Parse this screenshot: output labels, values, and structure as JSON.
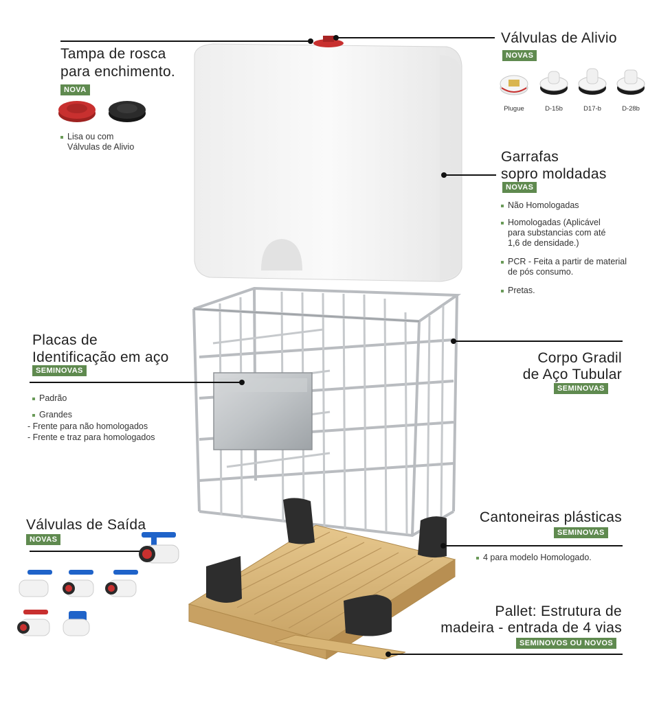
{
  "tampa": {
    "title1": "Tampa de rosca",
    "title2": "para enchimento.",
    "badge": "NOVA",
    "bullet1": "Lisa ou com",
    "bullet1b": "Válvulas de Alivio"
  },
  "valvulas_alivio": {
    "title": "Válvulas de Alivio",
    "badge": "NOVAS",
    "items": [
      "Plugue",
      "D-15b",
      "D17-b",
      "D-28b"
    ]
  },
  "garrafas": {
    "title1": "Garrafas",
    "title2": "sopro moldadas",
    "badge": "NOVAS",
    "b1": "Não Homologadas",
    "b2a": "Homologadas (Aplicável",
    "b2b": "para substancias com até",
    "b2c": "1,6 de densidade.)",
    "b3a": "PCR - Feita a partir de material",
    "b3b": "de pós consumo.",
    "b4": "Pretas."
  },
  "placas": {
    "title1": "Placas de",
    "title2": "Identificação em aço",
    "badge": "SEMINOVAS",
    "b1": "Padrão",
    "b2": "Grandes",
    "s1": "- Frente para não homologados",
    "s2": "- Frente e traz para homologados"
  },
  "corpo": {
    "title1": "Corpo Gradil",
    "title2": "de Aço Tubular",
    "badge": "SEMINOVAS"
  },
  "valvulas_saida": {
    "title": "Válvulas de Saída",
    "badge": "NOVAS"
  },
  "cantoneiras": {
    "title": "Cantoneiras plásticas",
    "badge": "SEMINOVAS",
    "b1": "4 para modelo Homologado."
  },
  "pallet": {
    "title1": "Pallet: Estrutura de",
    "title2": "madeira - entrada de 4 vias",
    "badge": "SEMINOVOS OU NOVOS"
  },
  "colors": {
    "accent_green": "#5f8a4f",
    "cap_red": "#c8302f",
    "cap_black": "#2b2b2b",
    "valve_blue": "#1f63c9",
    "wood": "#d9b77a"
  }
}
